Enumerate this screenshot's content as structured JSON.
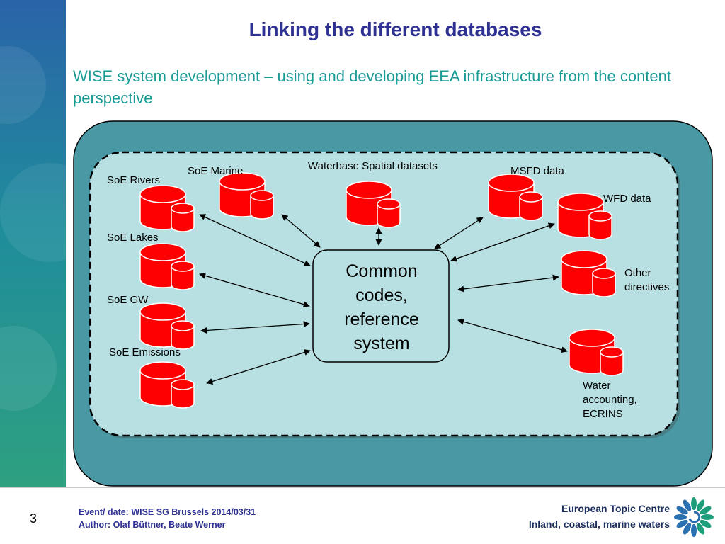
{
  "header": {
    "title": "Linking the different databases",
    "subtitle": "WISE system development – using and developing EEA infrastructure from the content perspective"
  },
  "diagram": {
    "hub": {
      "lines": [
        "Common",
        "codes,",
        "reference",
        "system"
      ]
    },
    "databases": [
      {
        "id": "soe-rivers",
        "label": "SoE Rivers"
      },
      {
        "id": "soe-marine",
        "label": "SoE Marine"
      },
      {
        "id": "waterbase-spatial",
        "label": "Waterbase Spatial datasets"
      },
      {
        "id": "msfd",
        "label": "MSFD data"
      },
      {
        "id": "wfd",
        "label": "WFD data"
      },
      {
        "id": "soe-lakes",
        "label": "SoE Lakes"
      },
      {
        "id": "other-directives",
        "label": "Other directives"
      },
      {
        "id": "soe-gw",
        "label": "SoE GW"
      },
      {
        "id": "soe-emissions",
        "label": "SoE Emissions"
      },
      {
        "id": "water-accounting",
        "label": "Water accounting, ECRINS"
      }
    ],
    "colors": {
      "outer_box": "#4a98a4",
      "inner_box": "#b8e0e2",
      "cylinder": "#ff0000",
      "hub_fill": "#b8e0e2"
    }
  },
  "footer": {
    "page_number": "3",
    "event": "Event/ date: WISE SG Brussels 2014/03/31",
    "author": "Author: Olaf Büttner, Beate Werner",
    "logo_line1": "European Topic Centre",
    "logo_line2": "Inland, coastal, marine waters"
  }
}
